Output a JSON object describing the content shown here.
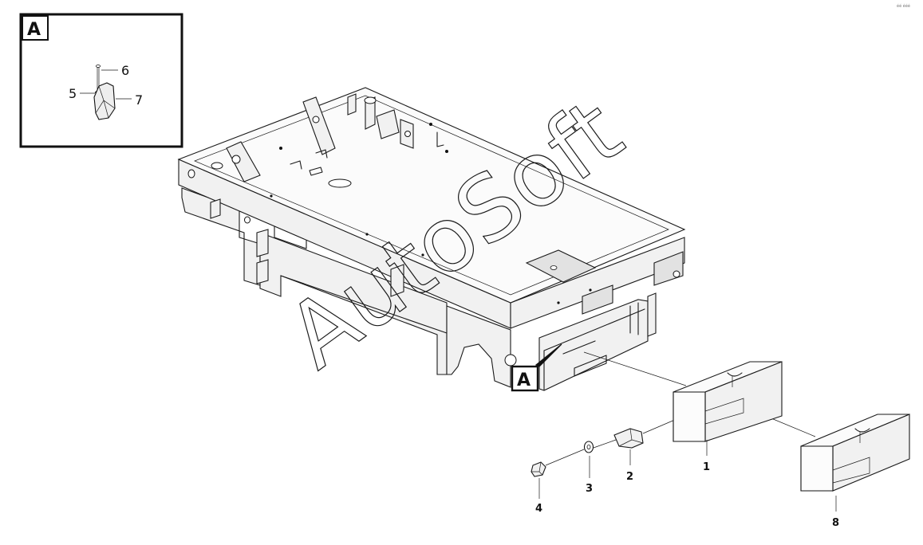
{
  "watermark": "AutoSoft",
  "corner_mark": "éé ééé",
  "inset": {
    "letter": "A",
    "callouts": [
      {
        "id": "5",
        "text": "5"
      },
      {
        "id": "6",
        "text": "6"
      },
      {
        "id": "7",
        "text": "7"
      }
    ]
  },
  "view_marker": "A",
  "callouts": [
    {
      "id": "1",
      "text": "1"
    },
    {
      "id": "2",
      "text": "2"
    },
    {
      "id": "3",
      "text": "3"
    },
    {
      "id": "4",
      "text": "4"
    },
    {
      "id": "8",
      "text": "8"
    }
  ]
}
